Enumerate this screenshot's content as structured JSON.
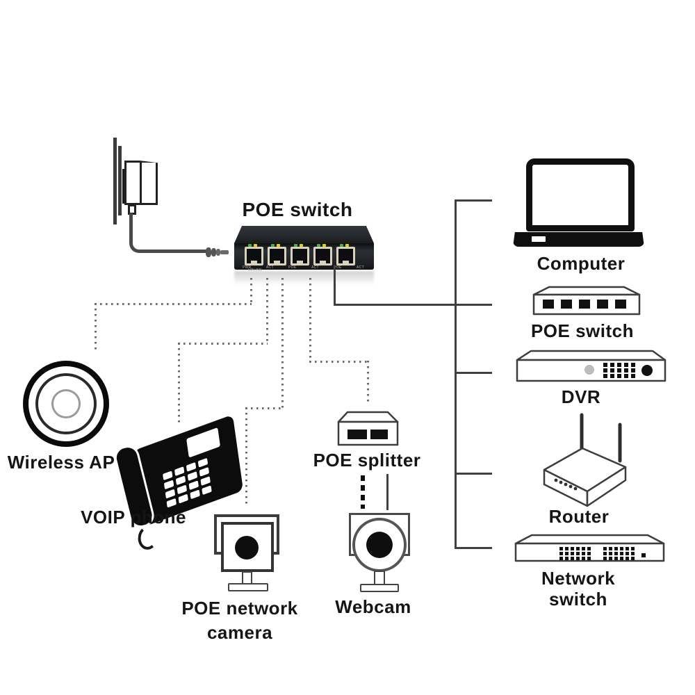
{
  "diagram": {
    "center_switch": {
      "label": "POE switch",
      "port_count": 5,
      "port_labels": [
        "PWR",
        "ACT",
        "POE",
        "ACT",
        "POE",
        "ACT"
      ],
      "uplink_label": "UPLINK"
    },
    "right_devices": {
      "computer": {
        "label": "Computer"
      },
      "poe_switch_small": {
        "label": "POE switch"
      },
      "dvr": {
        "label": "DVR"
      },
      "router": {
        "label": "Router"
      },
      "network_switch": {
        "label": "Network switch"
      }
    },
    "left_devices": {
      "wireless_ap": {
        "label": "Wireless AP"
      },
      "voip_phone": {
        "label": "VOIP phone"
      },
      "poe_camera": {
        "label_line1": "POE network",
        "label_line2": "camera"
      },
      "poe_splitter": {
        "label": "POE splitter"
      },
      "webcam": {
        "label": "Webcam"
      }
    },
    "colors": {
      "solid_line": "#3f3f3f",
      "dotted_line": "#6a6a6a",
      "switch_body": "#1b1d20",
      "port_frame": "#d9d3bd",
      "led_green": "#46b14a",
      "led_yellow": "#e3cf1b",
      "icon_outline": "#3d3d3d"
    }
  }
}
